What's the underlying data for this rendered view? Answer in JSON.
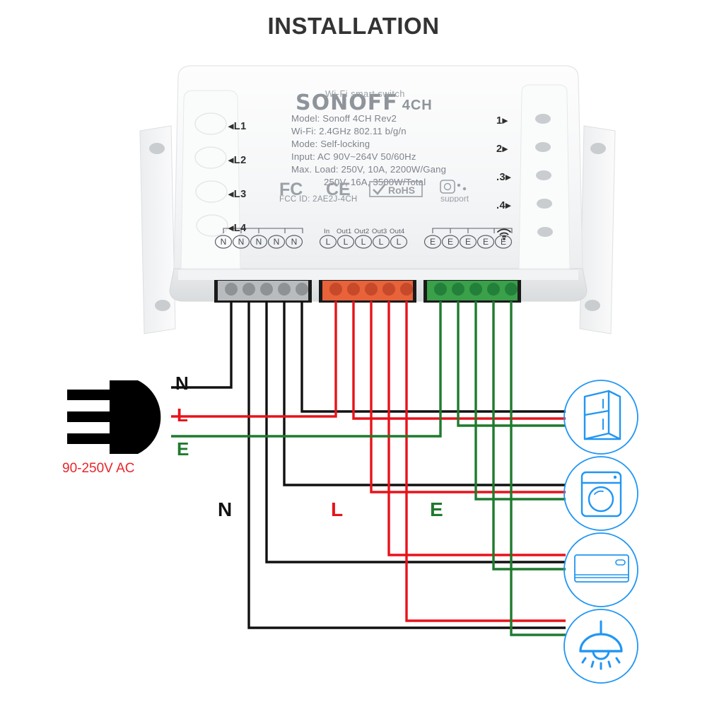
{
  "page": {
    "title": "INSTALLATION",
    "background": "#ffffff"
  },
  "colors": {
    "title": "#333333",
    "wire_neutral": "#111111",
    "wire_live": "#e8121a",
    "wire_earth": "#1f7a2e",
    "appliance_icon": "#2196f3",
    "voltage_text": "#e8262b",
    "device_body": "#f4f5f6",
    "label_text": "#8d9299",
    "terminal_neutral_block": "#b9bcbf",
    "terminal_live_block": "#e8623a",
    "terminal_earth_block": "#3aa049"
  },
  "device": {
    "brand": "SONOFF",
    "model_suffix": "4CH",
    "tagline": "Wi-Fi smart switch",
    "specs": [
      "Model: Sonoff 4CH Rev2",
      "Wi-Fi: 2.4GHz 802.11 b/g/n",
      "Mode: Self-locking",
      "Input: AC 90V~264V 50/60Hz",
      "Max. Load: 250V, 10A, 2200W/Gang",
      "250V, 16A, 3500W/Total"
    ],
    "certifications": [
      "FC",
      "CE",
      "RoHS",
      "support"
    ],
    "fcc_id": "FCC ID: 2AE2J-4CH",
    "left_buttons": [
      "L1",
      "L2",
      "L3",
      "L4"
    ],
    "right_indicators": [
      "1",
      "2",
      ".3",
      ".4"
    ],
    "wifi_indicator": "wifi-icon",
    "terminals": {
      "neutral": {
        "label": "N",
        "count": 5,
        "items": [
          "N",
          "N",
          "N",
          "N",
          "N"
        ]
      },
      "live": {
        "label": "L",
        "count": 5,
        "items": [
          "L",
          "L",
          "L",
          "L",
          "L"
        ],
        "captions": [
          "In",
          "Out1",
          "Out2",
          "Out3",
          "Out4"
        ]
      },
      "earth": {
        "label": "E",
        "count": 5,
        "items": [
          "E",
          "E",
          "E",
          "E",
          "E"
        ]
      }
    }
  },
  "supply": {
    "plug_icon": "power-plug-icon",
    "voltage": "90-250V AC",
    "wire_labels": {
      "neutral": "N",
      "live": "L",
      "earth": "E"
    }
  },
  "bus_labels": {
    "neutral": "N",
    "live": "L",
    "earth": "E"
  },
  "appliances": [
    {
      "name": "refrigerator",
      "icon": "refrigerator-icon",
      "channel": "Out1"
    },
    {
      "name": "washing-machine",
      "icon": "washing-machine-icon",
      "channel": "Out2"
    },
    {
      "name": "air-conditioner",
      "icon": "air-conditioner-icon",
      "channel": "Out3"
    },
    {
      "name": "ceiling-lamp",
      "icon": "ceiling-lamp-icon",
      "channel": "Out4"
    }
  ]
}
